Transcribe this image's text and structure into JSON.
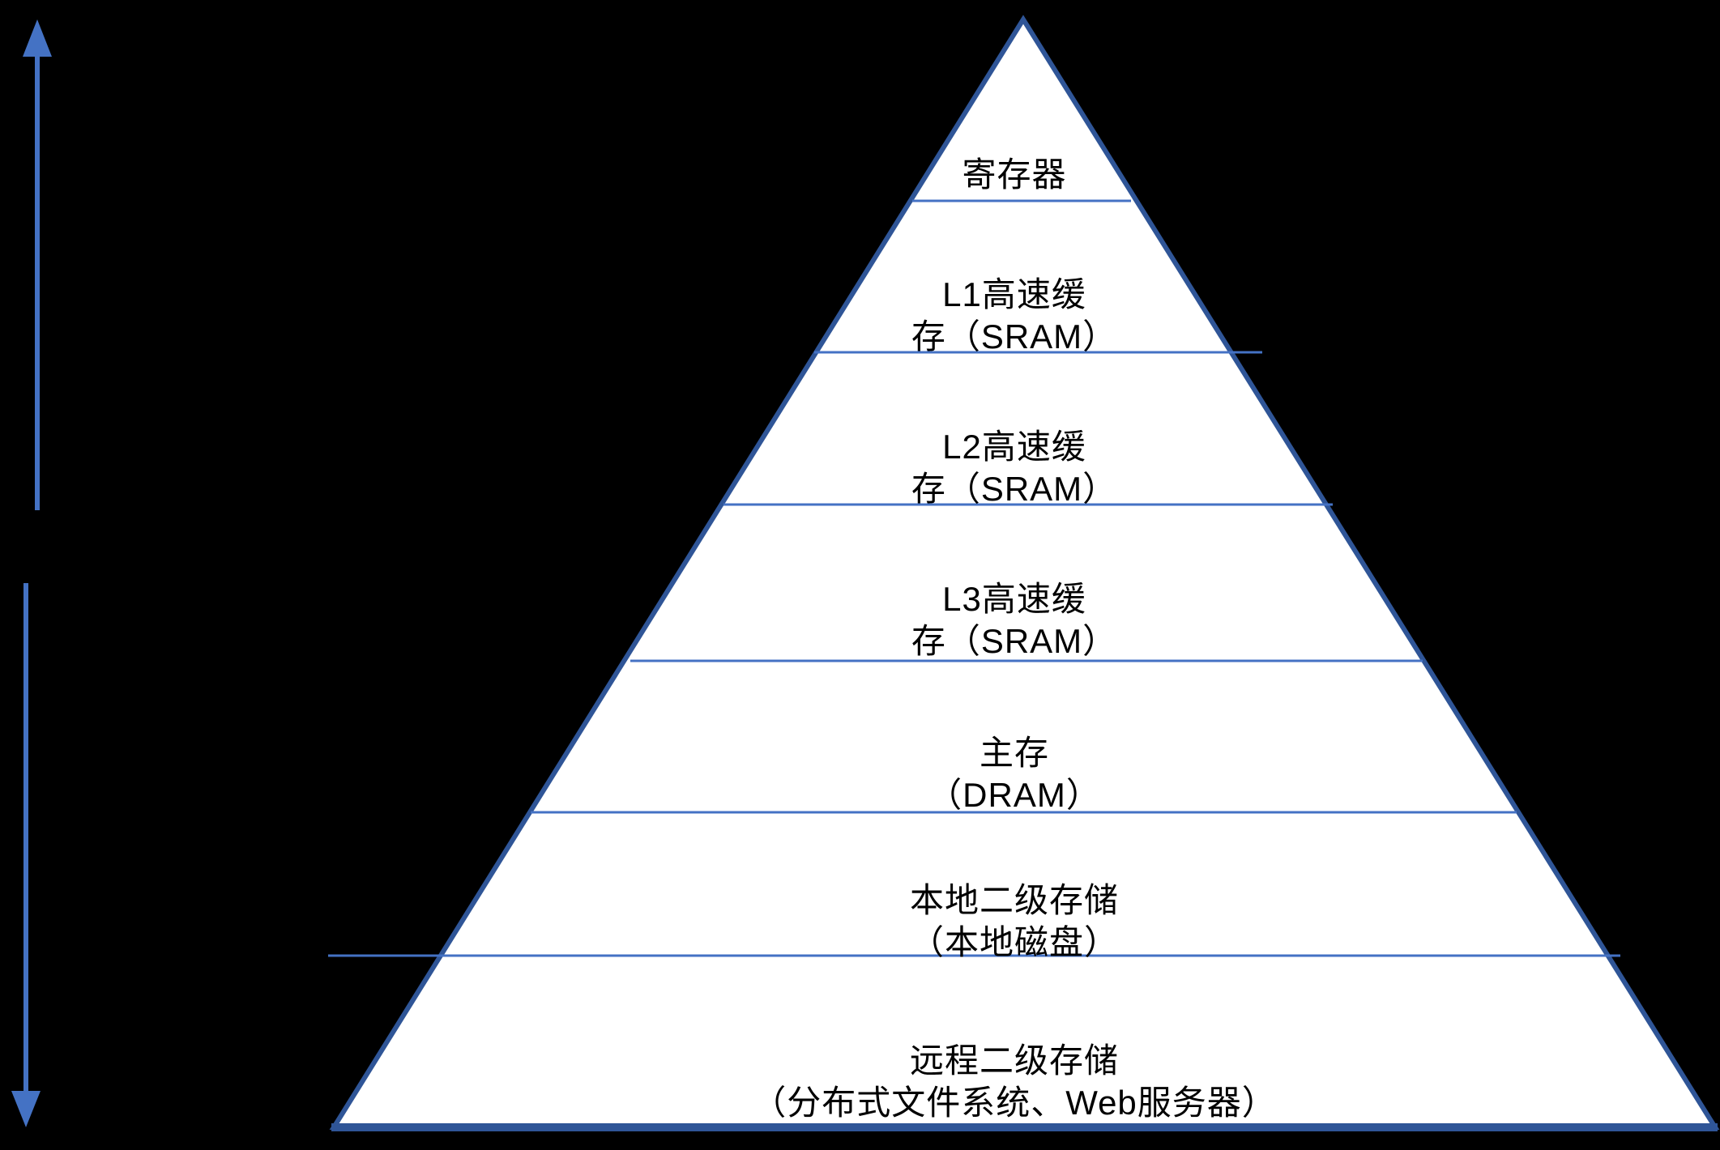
{
  "colors": {
    "background": "#000000",
    "pyramid_fill": "#FFFFFF",
    "pyramid_border": "#2F5597",
    "divider": "#4472C4",
    "arrow": "#4472C4",
    "label_text": "#000000"
  },
  "pyramid": {
    "levels": [
      {
        "line1": "寄存器",
        "line2": ""
      },
      {
        "line1": "L1高速缓",
        "line2": "存（SRAM）"
      },
      {
        "line1": "L2高速缓",
        "line2": "存（SRAM）"
      },
      {
        "line1": "L3高速缓",
        "line2": "存（SRAM）"
      },
      {
        "line1": "主存",
        "line2": "（DRAM）"
      },
      {
        "line1": "本地二级存储",
        "line2": "（本地磁盘）"
      },
      {
        "line1": "远程二级存储",
        "line2": "（分布式文件系统、Web服务器）"
      }
    ]
  },
  "icons": {
    "up_arrow": "arrow-up",
    "down_arrow": "arrow-down"
  }
}
